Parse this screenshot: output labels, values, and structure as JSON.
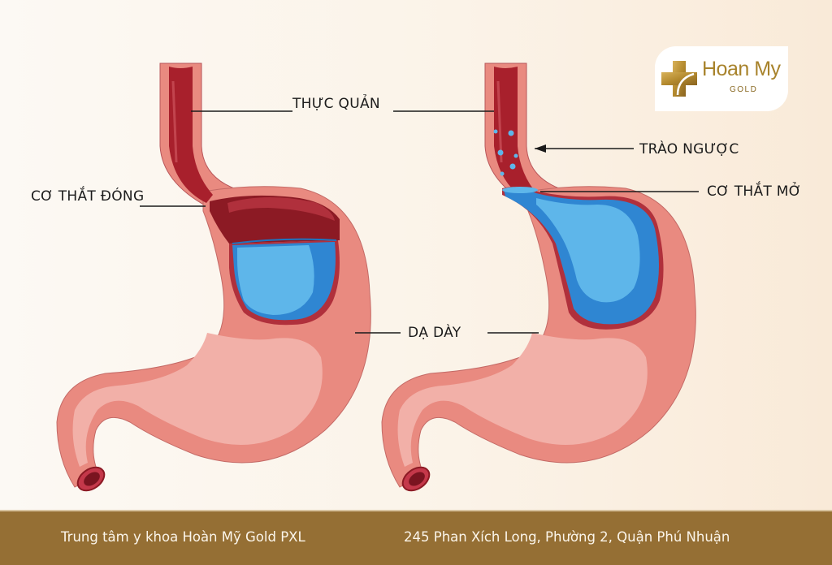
{
  "labels": {
    "esophagus": "THỰC QUẢN",
    "closed_sphincter": "CƠ THẮT ĐÓNG",
    "reflux": "TRÀO NGƯỢC",
    "open_sphincter": "CƠ THẮT MỞ",
    "stomach": "DẠ DÀY"
  },
  "logo": {
    "brand": "Hoan My",
    "sub": "GOLD",
    "icon": "gold-cross-icon"
  },
  "footer": {
    "left": "Trung tâm y khoa Hoàn Mỹ Gold PXL",
    "right": "245 Phan Xích Long, Phường 2, Quận Phú Nhuận"
  },
  "colors": {
    "stomach_outer": "#e98a80",
    "stomach_inner": "#f2b0a8",
    "esophagus_inner": "#a8202c",
    "acid_light": "#5eb6ea",
    "acid_dark": "#2f86d2",
    "footer_bg": "#956f34",
    "gold": "#a8832c"
  }
}
